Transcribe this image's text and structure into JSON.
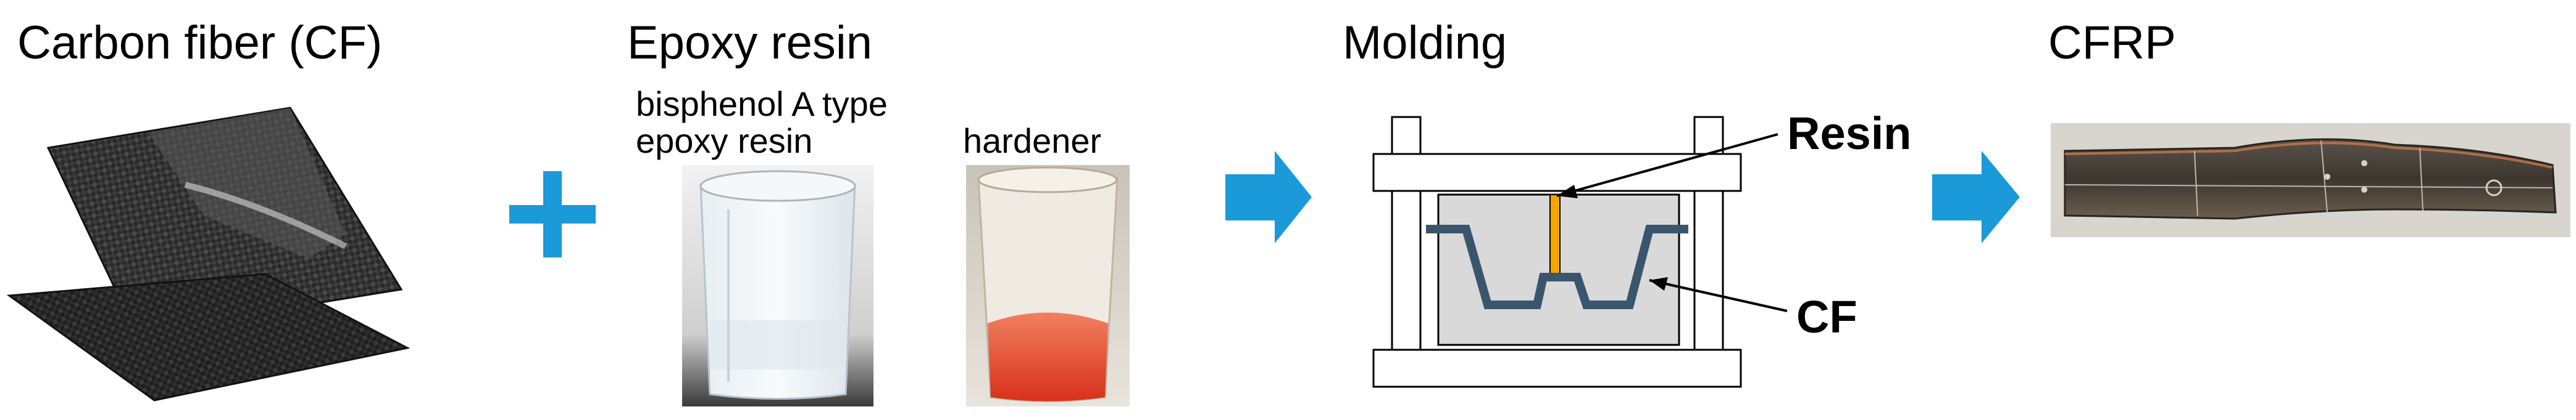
{
  "headings": {
    "carbon_fiber": "Carbon fiber (CF)",
    "epoxy_resin": "Epoxy resin",
    "molding": "Molding",
    "cfrp": "CFRP"
  },
  "epoxy_components": {
    "resin_line1": "bisphenol A type",
    "resin_line2": "epoxy resin",
    "hardener": "hardener"
  },
  "molding_labels": {
    "resin": "Resin",
    "cf": "CF"
  },
  "colors": {
    "accent_blue": "#1a9ad8",
    "fiber_blue": "#3a566e",
    "resin_orange": "#f3a500",
    "mold_fill": "#d9d9d9",
    "hardener_red": "#e04a2a"
  },
  "icons": {
    "plus": "plus-icon",
    "arrow": "right-arrow-icon"
  }
}
